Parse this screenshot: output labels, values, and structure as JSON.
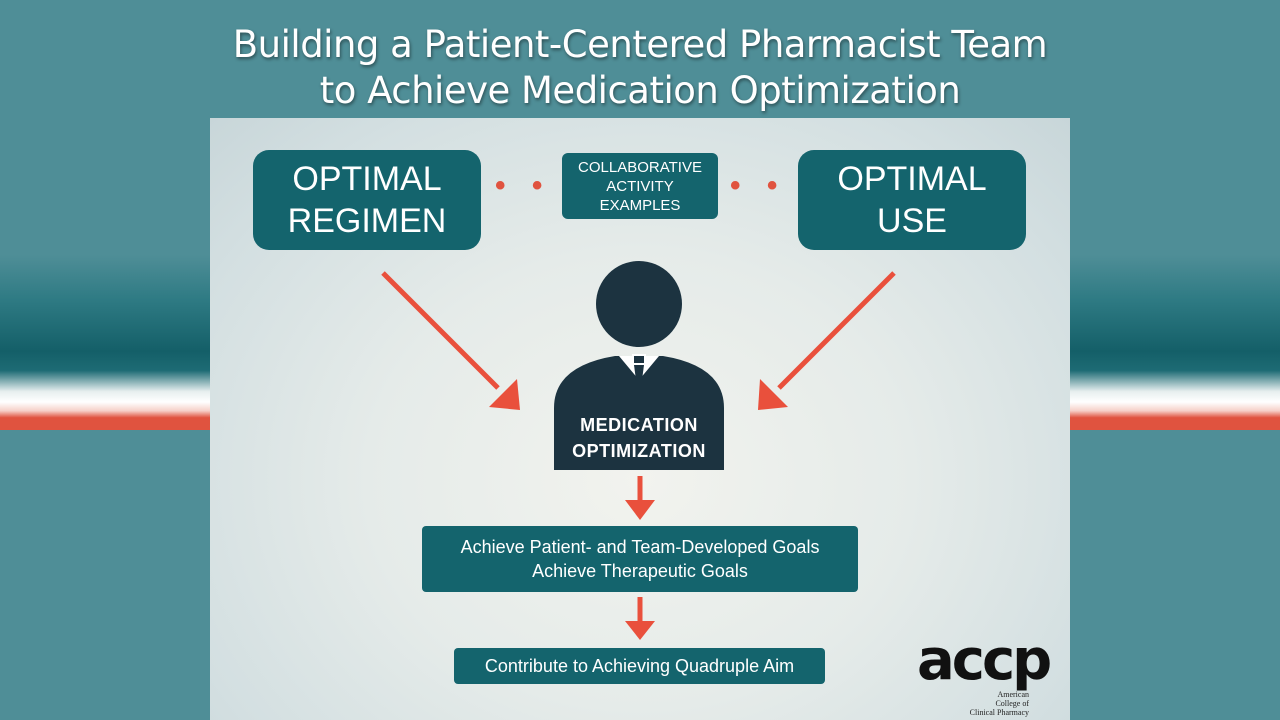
{
  "title": {
    "line1": "Building a Patient-Centered Pharmacist Team",
    "line2": "to Achieve Medication Optimization"
  },
  "diagram": {
    "optimal_regimen": {
      "line1": "OPTIMAL",
      "line2": "REGIMEN"
    },
    "collaborative": {
      "line1": "COLLABORATIVE",
      "line2": "ACTIVITY",
      "line3": "EXAMPLES"
    },
    "optimal_use": {
      "line1": "OPTIMAL",
      "line2": "USE"
    },
    "dots": "• • •",
    "medication": {
      "line1": "MEDICATION",
      "line2": "OPTIMIZATION"
    },
    "goals": {
      "line1": "Achieve Patient- and Team-Developed Goals",
      "line2": "Achieve Therapeutic Goals"
    },
    "quadruple": "Contribute to Achieving Quadruple Aim"
  },
  "logo": {
    "mark": "accp",
    "line1": "American",
    "line2": "College of",
    "line3": "Clinical Pharmacy"
  },
  "colors": {
    "background": "#4f8e97",
    "box": "#14646d",
    "arrow": "#e9503c",
    "figure": "#1c3340"
  }
}
